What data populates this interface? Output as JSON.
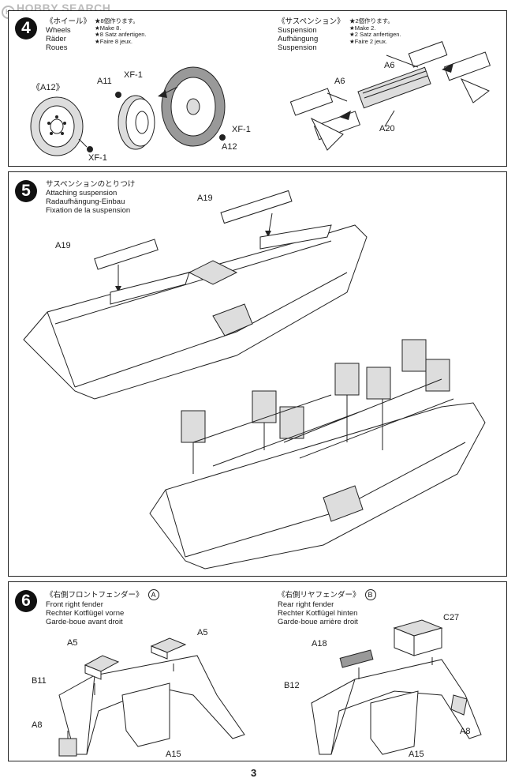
{
  "header": {
    "logo_text": "HOBBY SEARCH"
  },
  "page_number": "3",
  "step4": {
    "number": "4",
    "wheels_title": [
      "《ホイール》",
      "Wheels",
      "Räder",
      "Roues"
    ],
    "wheels_notes": [
      "★8個作ります。",
      "★Make 8.",
      "★8 Satz anfertigen.",
      "★Faire 8 jeux."
    ],
    "susp_title": [
      "《サスペンション》",
      "Suspension",
      "Aufhängung",
      "Suspension"
    ],
    "susp_notes": [
      "★2個作ります。",
      "★Make 2.",
      "★2 Satz anfertigen.",
      "★Faire 2 jeux."
    ],
    "labels": {
      "a12_bracket": "《A12》",
      "a11": "A11",
      "a12": "A12",
      "xf1": "XF-1",
      "a6": "A6",
      "a20": "A20"
    }
  },
  "step5": {
    "number": "5",
    "title": [
      "サスペンションのとりつけ",
      "Attaching suspension",
      "Radaufhängung-Einbau",
      "Fixation de la suspension"
    ],
    "labels": {
      "a19": "A19"
    }
  },
  "step6": {
    "number": "6",
    "left_title": [
      "《右側フロントフェンダー》",
      "Front right fender",
      "Rechter Kotflügel vorne",
      "Garde-boue avant droit"
    ],
    "left_badge": "A",
    "right_title": [
      "《右側リヤフェンダー》",
      "Rear right fender",
      "Rechter Kotflügel hinten",
      "Garde-boue arrière droit"
    ],
    "right_badge": "B",
    "labels": {
      "a5": "A5",
      "b11": "B11",
      "a8": "A8",
      "a15": "A15",
      "a18": "A18",
      "c27": "C27",
      "b12": "B12"
    }
  }
}
